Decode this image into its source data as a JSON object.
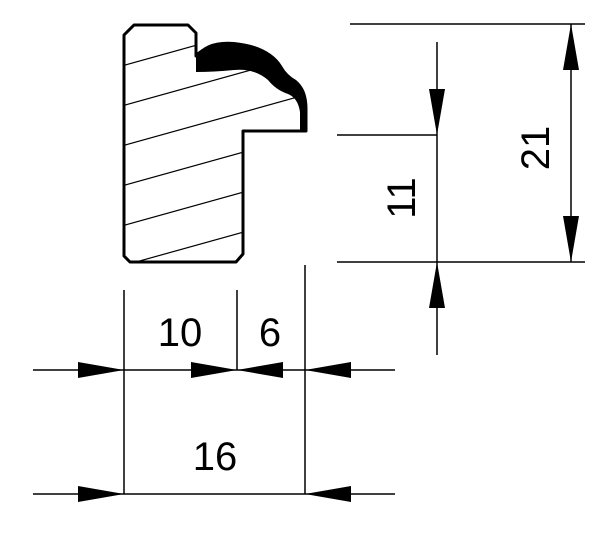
{
  "drawing": {
    "dimensions": {
      "width_left": "10",
      "width_right": "6",
      "width_total": "16",
      "height_lower": "11",
      "height_total": "21"
    },
    "colors": {
      "line": "#000000",
      "background": "#ffffff"
    }
  }
}
